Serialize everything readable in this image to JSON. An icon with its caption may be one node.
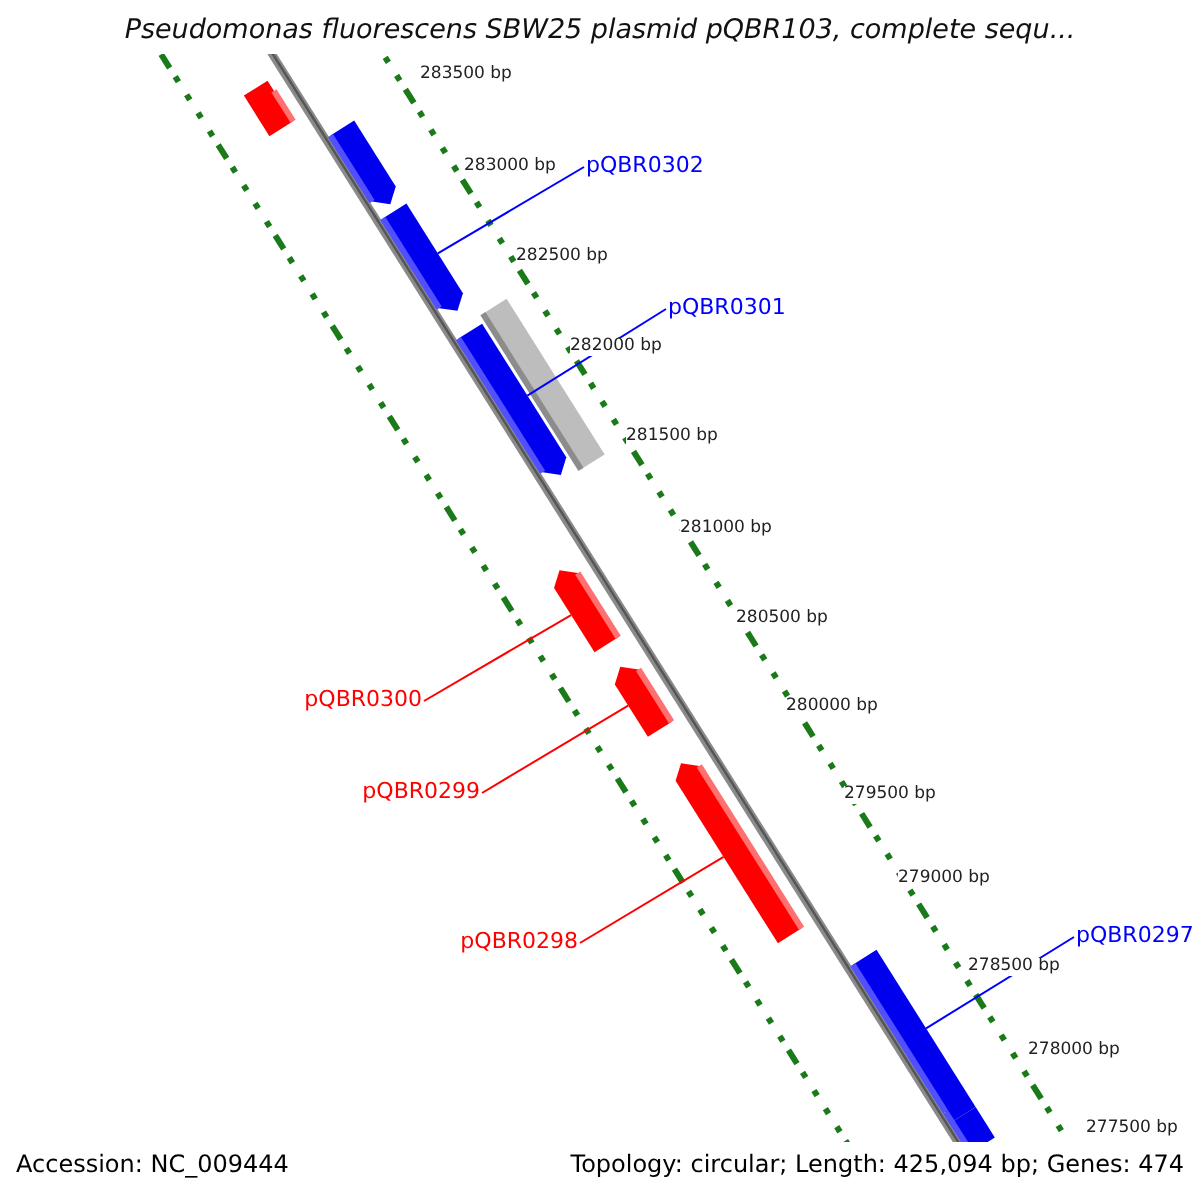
{
  "diagram": {
    "title": "Pseudomonas fluorescens SBW25 plasmid pQBR103, complete sequ...",
    "nodes": [
      {
        "text": [
          "pQBR0302"
        ]
      },
      {
        "text": [
          "pQBR0301"
        ]
      },
      {
        "text": [
          "pQBR0300"
        ]
      },
      {
        "text": [
          "pQBR0299"
        ]
      },
      {
        "text": [
          "pQBR0298"
        ]
      },
      {
        "text": [
          "pQBR0297"
        ]
      },
      {
        "text": [],
        "shape": "arrow"
      },
      {
        "text": [],
        "shape": "arrow"
      },
      {
        "text": [],
        "shape": "arrow"
      },
      {
        "text": [],
        "shape": "bar"
      },
      {
        "text": [],
        "shape": "arrow"
      },
      {
        "text": [],
        "shape": "arrow"
      },
      {
        "text": [],
        "shape": "arrow"
      },
      {
        "text": [],
        "shape": "arrow"
      },
      {
        "text": [],
        "shape": "arrow"
      },
      {
        "text": [],
        "shape": "arrow"
      }
    ],
    "edges": [
      {
        "from": 0,
        "to": 8,
        "arrow": "none",
        "color": "#0000ff"
      },
      {
        "from": 1,
        "to": 10,
        "arrow": "none",
        "color": "#0000ff"
      },
      {
        "from": 2,
        "to": 11,
        "arrow": "none",
        "color": "#ff0000"
      },
      {
        "from": 3,
        "to": 12,
        "arrow": "none",
        "color": "#ff0000"
      },
      {
        "from": 4,
        "to": 13,
        "arrow": "none",
        "color": "#ff0000"
      },
      {
        "from": 5,
        "to": 14,
        "arrow": "none",
        "color": "#0000ff"
      }
    ],
    "labels": [
      "283500 bp",
      "283000 bp",
      "282500 bp",
      "282000 bp",
      "281500 bp",
      "281000 bp",
      "280500 bp",
      "280000 bp",
      "279500 bp",
      "279000 bp",
      "278500 bp",
      "278000 bp",
      "277500 bp",
      "Accession: NC_009444",
      "Topology: circular; Length: 425,094 bp; Genes: 474"
    ]
  }
}
